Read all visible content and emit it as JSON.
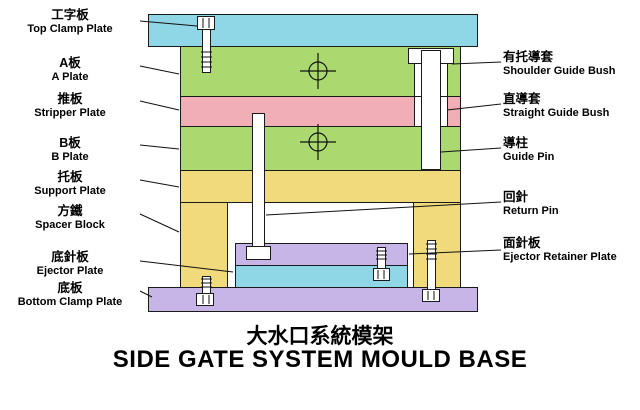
{
  "diagram_title": {
    "zh": "大水口系統模架",
    "en": "SIDE GATE SYSTEM MOULD BASE"
  },
  "left_labels": [
    {
      "zh": "工字板",
      "en": "Top Clamp Plate"
    },
    {
      "zh": "A板",
      "en": "A Plate"
    },
    {
      "zh": "推板",
      "en": "Stripper Plate"
    },
    {
      "zh": "B板",
      "en": "B Plate"
    },
    {
      "zh": "托板",
      "en": "Support Plate"
    },
    {
      "zh": "方鐵",
      "en": "Spacer Block"
    },
    {
      "zh": "底針板",
      "en": "Ejector Plate"
    },
    {
      "zh": "底板",
      "en": "Bottom Clamp Plate"
    }
  ],
  "right_labels": [
    {
      "zh": "有托導套",
      "en": "Shoulder Guide Bush"
    },
    {
      "zh": "直導套",
      "en": "Straight Guide Bush"
    },
    {
      "zh": "導柱",
      "en": "Guide Pin"
    },
    {
      "zh": "回針",
      "en": "Return Pin"
    },
    {
      "zh": "面針板",
      "en": "Ejector Retainer Plate"
    }
  ],
  "colors": {
    "top_clamp_plate": "#8fd7e6",
    "a_plate": "#abd96f",
    "stripper_plate": "#f2aeb6",
    "b_plate": "#abd96f",
    "support_plate": "#f0da7c",
    "spacer_block": "#f0da7c",
    "ejector_retainer_plate": "#c7b5e8",
    "ejector_plate": "#8fd7e6",
    "bottom_clamp_plate": "#c7b5e8",
    "pin_fill": "#ffffff",
    "outline": "#1a1a1a",
    "text": "#000000"
  }
}
